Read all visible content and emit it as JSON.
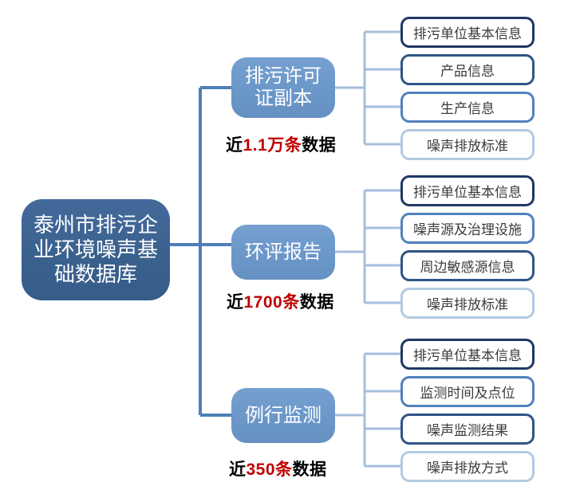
{
  "diagram": {
    "description_colors": {
      "root_fill": "#3B628F",
      "branch_fill": "#6B97C9",
      "connector_left": "#4E7FB7",
      "connector_right": "#A7BEDC",
      "count_highlight": "#C00000"
    },
    "root": {
      "label": "泰州市排污企\n业环境噪声基\n础数据库"
    },
    "groups": [
      {
        "branch": {
          "label": "排污许可\n证副本"
        },
        "count": {
          "prefix": "近",
          "highlight": "1.1万条",
          "suffix": "数据"
        },
        "leaves": [
          {
            "label": "排污单位基本信息",
            "border": "#1F3864"
          },
          {
            "label": "产品信息",
            "border": "#2E5586"
          },
          {
            "label": "生产信息",
            "border": "#4F81BD"
          },
          {
            "label": "噪声排放标准",
            "border": "#B3C9E2"
          }
        ]
      },
      {
        "branch": {
          "label": "环评报告"
        },
        "count": {
          "prefix": "近",
          "highlight": "1700条",
          "suffix": "数据"
        },
        "leaves": [
          {
            "label": "排污单位基本信息",
            "border": "#1F3864"
          },
          {
            "label": "噪声源及治理设施",
            "border": "#4F81BD"
          },
          {
            "label": "周边敏感源信息",
            "border": "#2E5586"
          },
          {
            "label": "噪声排放标准",
            "border": "#B3C9E2"
          }
        ]
      },
      {
        "branch": {
          "label": "例行监测"
        },
        "count": {
          "prefix": "近",
          "highlight": "350条",
          "suffix": "数据"
        },
        "leaves": [
          {
            "label": "排污单位基本信息",
            "border": "#1F3864"
          },
          {
            "label": "监测时间及点位",
            "border": "#4F81BD"
          },
          {
            "label": "噪声监测结果",
            "border": "#2E5586"
          },
          {
            "label": "噪声排放方式",
            "border": "#B3C9E2"
          }
        ]
      }
    ]
  }
}
